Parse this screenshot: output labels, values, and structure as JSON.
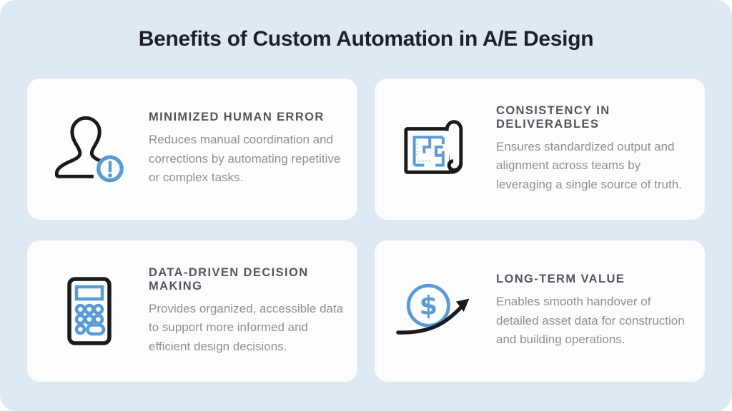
{
  "page": {
    "title": "Benefits of Custom Automation in A/E Design"
  },
  "theme": {
    "background_color": "#dfe9f4",
    "card_color": "#fcfdfe",
    "accent_blue": "#5b9bd5",
    "icon_black": "#1a1a1a",
    "title_color": "#1d2127",
    "heading_color": "#54565a",
    "body_color": "#8e9093"
  },
  "cards": [
    {
      "icon": "person-alert-icon",
      "title": "MINIMIZED HUMAN ERROR",
      "description": "Reduces manual coordination and corrections by automating repetitive or complex tasks."
    },
    {
      "icon": "blueprint-scroll-icon",
      "title": "CONSISTENCY IN DELIVERABLES",
      "description": "Ensures standardized output and alignment across teams by leveraging a single source of truth."
    },
    {
      "icon": "calculator-icon",
      "title": "DATA-DRIVEN DECISION MAKING",
      "description": "Provides organized, accessible data to support more informed and efficient design decisions."
    },
    {
      "icon": "dollar-growth-icon",
      "title": "LONG-TERM VALUE",
      "description": "Enables smooth handover of detailed asset data for construction and building operations."
    }
  ]
}
